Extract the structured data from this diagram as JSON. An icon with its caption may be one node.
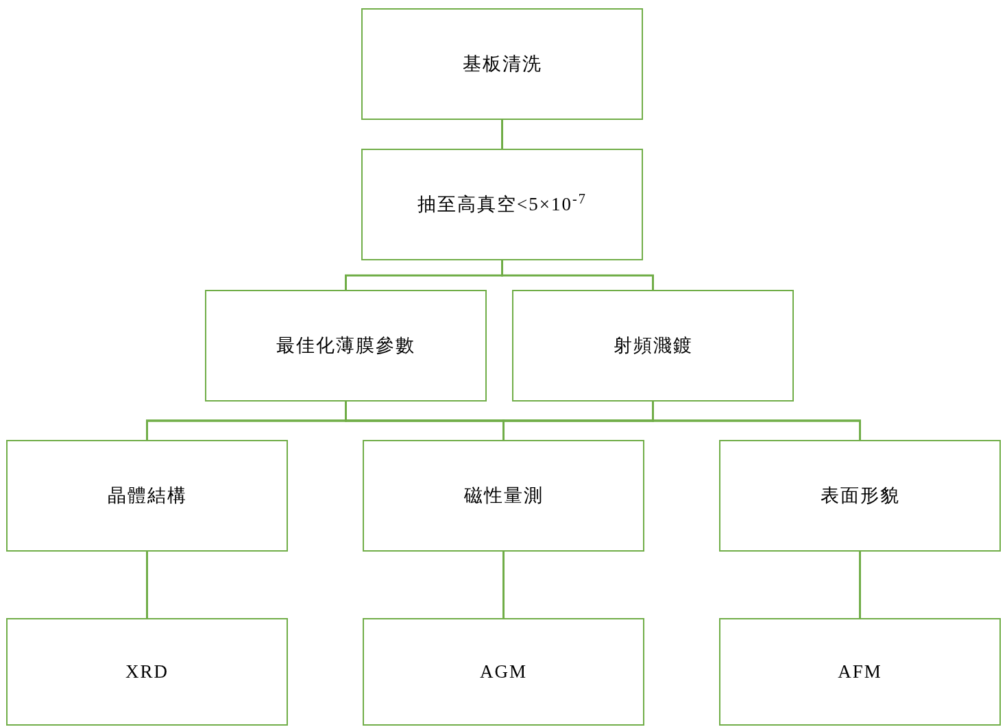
{
  "diagram": {
    "nodes": [
      {
        "text": [
          "基板清洗"
        ]
      },
      {
        "text": [
          "抽至高真空<5×10$^{-7}$"
        ]
      },
      {
        "text": [
          "最佳化薄膜參數"
        ]
      },
      {
        "text": [
          "射頻濺鍍"
        ]
      },
      {
        "text": [
          "晶體結構"
        ]
      },
      {
        "text": [
          "磁性量測"
        ]
      },
      {
        "text": [
          "表面形貌"
        ]
      },
      {
        "text": [
          "XRD"
        ]
      },
      {
        "text": [
          "AGM"
        ]
      },
      {
        "text": [
          "AFM"
        ]
      }
    ],
    "edges": [
      {
        "from": 0,
        "to": 1,
        "arrow": "none"
      },
      {
        "from": 1,
        "to": 2,
        "arrow": "none"
      },
      {
        "from": 1,
        "to": 3,
        "arrow": "none"
      },
      {
        "from": 2,
        "to": 4,
        "arrow": "none"
      },
      {
        "from": 2,
        "to": 5,
        "arrow": "none"
      },
      {
        "from": 2,
        "to": 6,
        "arrow": "none"
      },
      {
        "from": 3,
        "to": 4,
        "arrow": "none"
      },
      {
        "from": 3,
        "to": 5,
        "arrow": "none"
      },
      {
        "from": 3,
        "to": 6,
        "arrow": "none"
      },
      {
        "from": 4,
        "to": 7,
        "arrow": "none"
      },
      {
        "from": 5,
        "to": 8,
        "arrow": "none"
      },
      {
        "from": 6,
        "to": 9,
        "arrow": "none"
      }
    ]
  }
}
